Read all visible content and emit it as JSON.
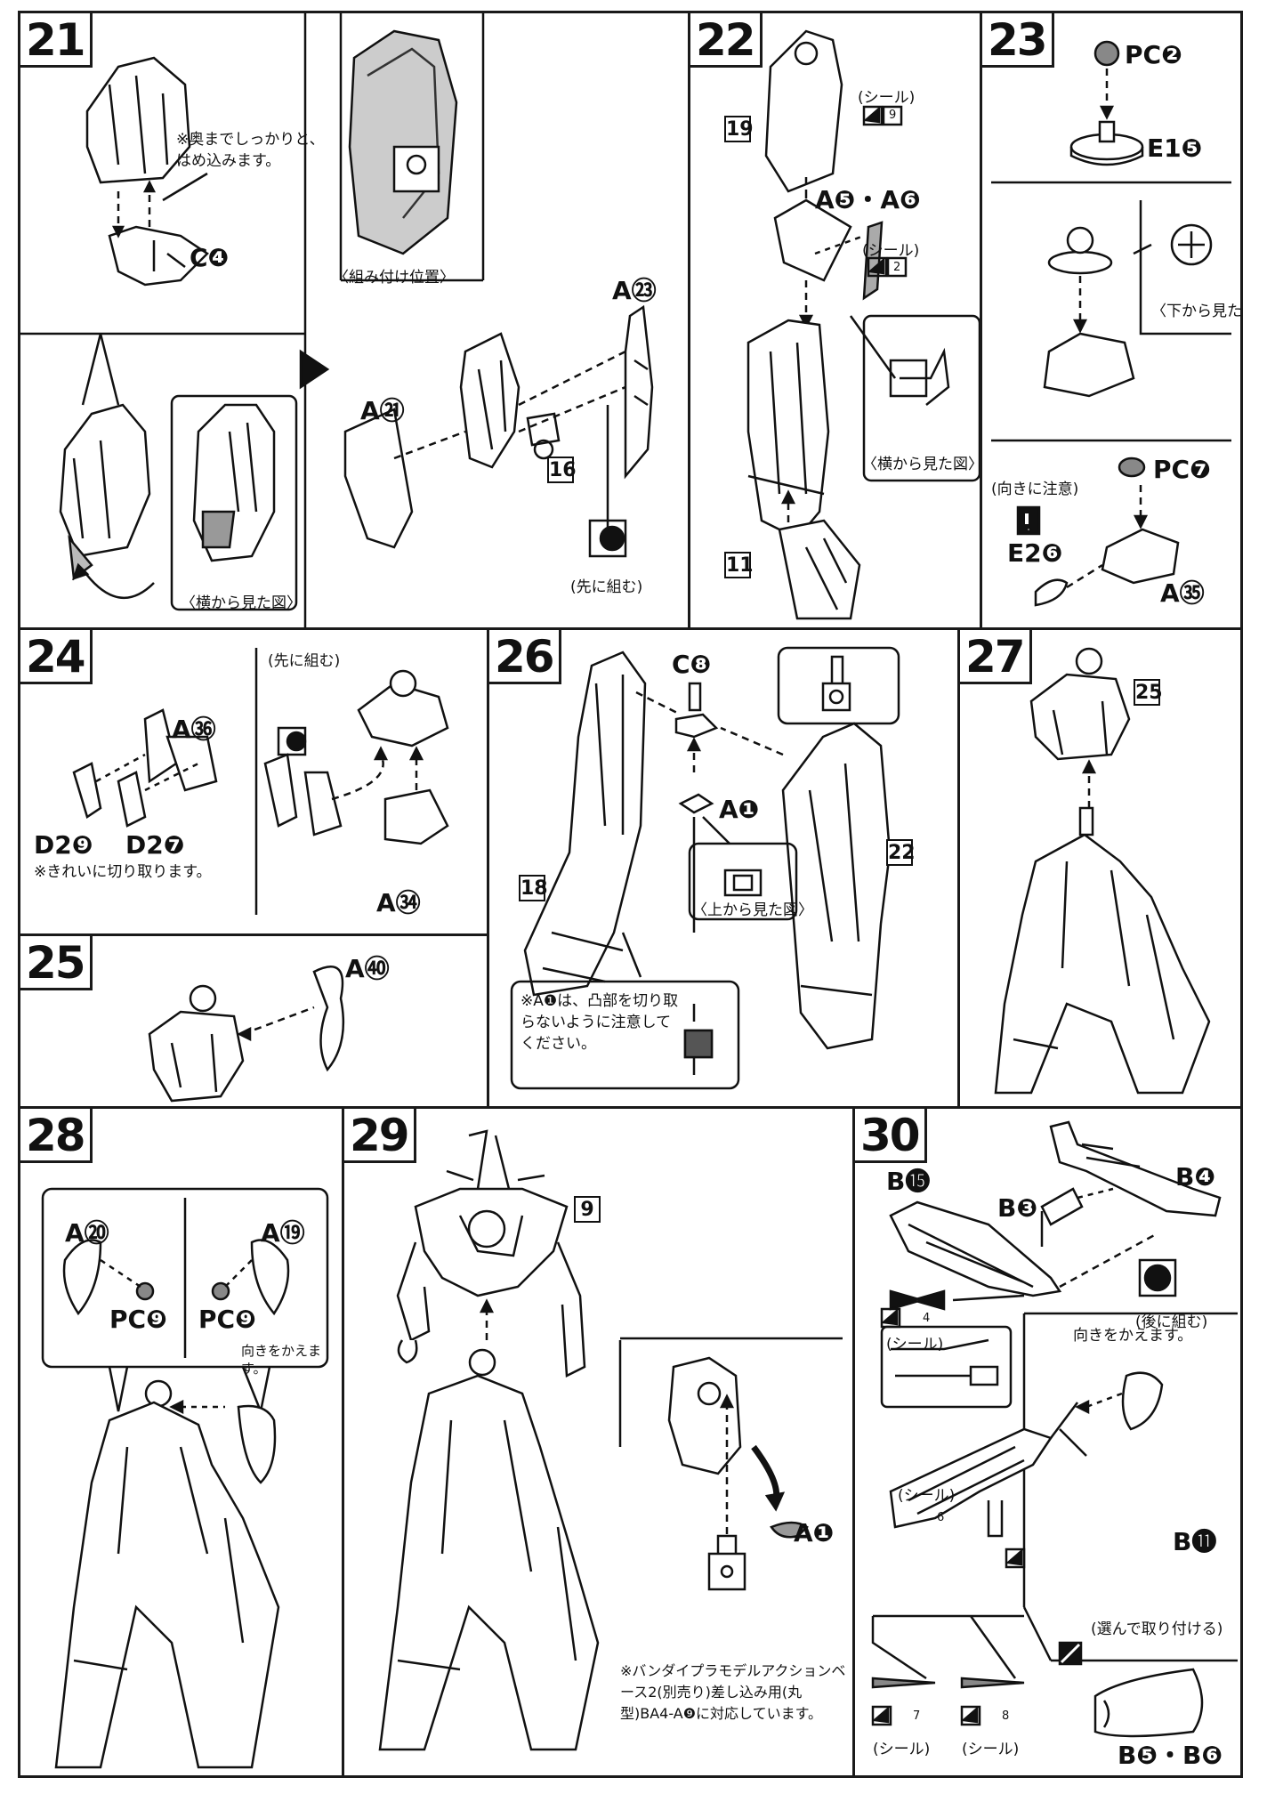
{
  "steps": {
    "s21": {
      "number": "21",
      "note": "※奥までしっかりと、はめ込みます。",
      "part_c4": "C❹",
      "assembly_position": "〈組み付け位置〉",
      "side_view": "〈横から見た図〉",
      "part_a21": "A㉑",
      "part_a23": "A㉓",
      "ref_16": "16",
      "assemble_first": "(先に組む)"
    },
    "s22": {
      "number": "22",
      "ref_19": "19",
      "sticker_label": "(シール)",
      "sticker_9": "9",
      "parts": "A❺・A❻",
      "sticker_2": "2",
      "side_view": "〈横から見た図〉",
      "ref_11": "11"
    },
    "s23": {
      "number": "23",
      "part_pc2": "PC❷",
      "part_e15": "E1❺",
      "bottom_view": "〈下から見た図〉",
      "caution": "(向きに注意)",
      "part_e26": "E2❻",
      "part_pc7": "PC❼",
      "part_a35": "A㉟"
    },
    "s24": {
      "number": "24",
      "part_a36": "A㊱",
      "part_d29": "D2❾",
      "part_d27": "D2❼",
      "note": "※きれいに切り取ります。",
      "assemble_first": "(先に組む)",
      "part_a34": "A㉞"
    },
    "s25": {
      "number": "25",
      "part_a40": "A㊵"
    },
    "s26": {
      "number": "26",
      "part_c8": "C❽",
      "part_a1": "A❶",
      "top_view": "〈上から見た図〉",
      "ref_18": "18",
      "ref_22": "22",
      "note": "※A❶は、凸部を切り取らないように注意してください。"
    },
    "s27": {
      "number": "27",
      "ref_25": "25"
    },
    "s28": {
      "number": "28",
      "part_a20": "A⑳",
      "part_a19": "A⑲",
      "part_pc9_left": "PC❾",
      "part_pc9_right": "PC❾",
      "rotate": "向きをかえます。"
    },
    "s29": {
      "number": "29",
      "ref_9": "9",
      "part_a1": "A❶",
      "note": "※バンダイプラモデルアクションベース2(別売り)差し込み用(丸型)BA4-A❾に対応しています。"
    },
    "s30": {
      "number": "30",
      "part_b15": "B⓯",
      "part_b3": "B❸",
      "part_b4": "B❹",
      "sticker_4": "4",
      "sticker_label": "(シール)",
      "assemble_later": "(後に組む)",
      "rotate": "向きをかえます。",
      "sticker_6": "6",
      "part_b11": "B⓫",
      "choose": "(選んで取り付ける)",
      "sticker_7": "7",
      "sticker_8": "8",
      "part_b56": "B❺・B❻"
    }
  }
}
